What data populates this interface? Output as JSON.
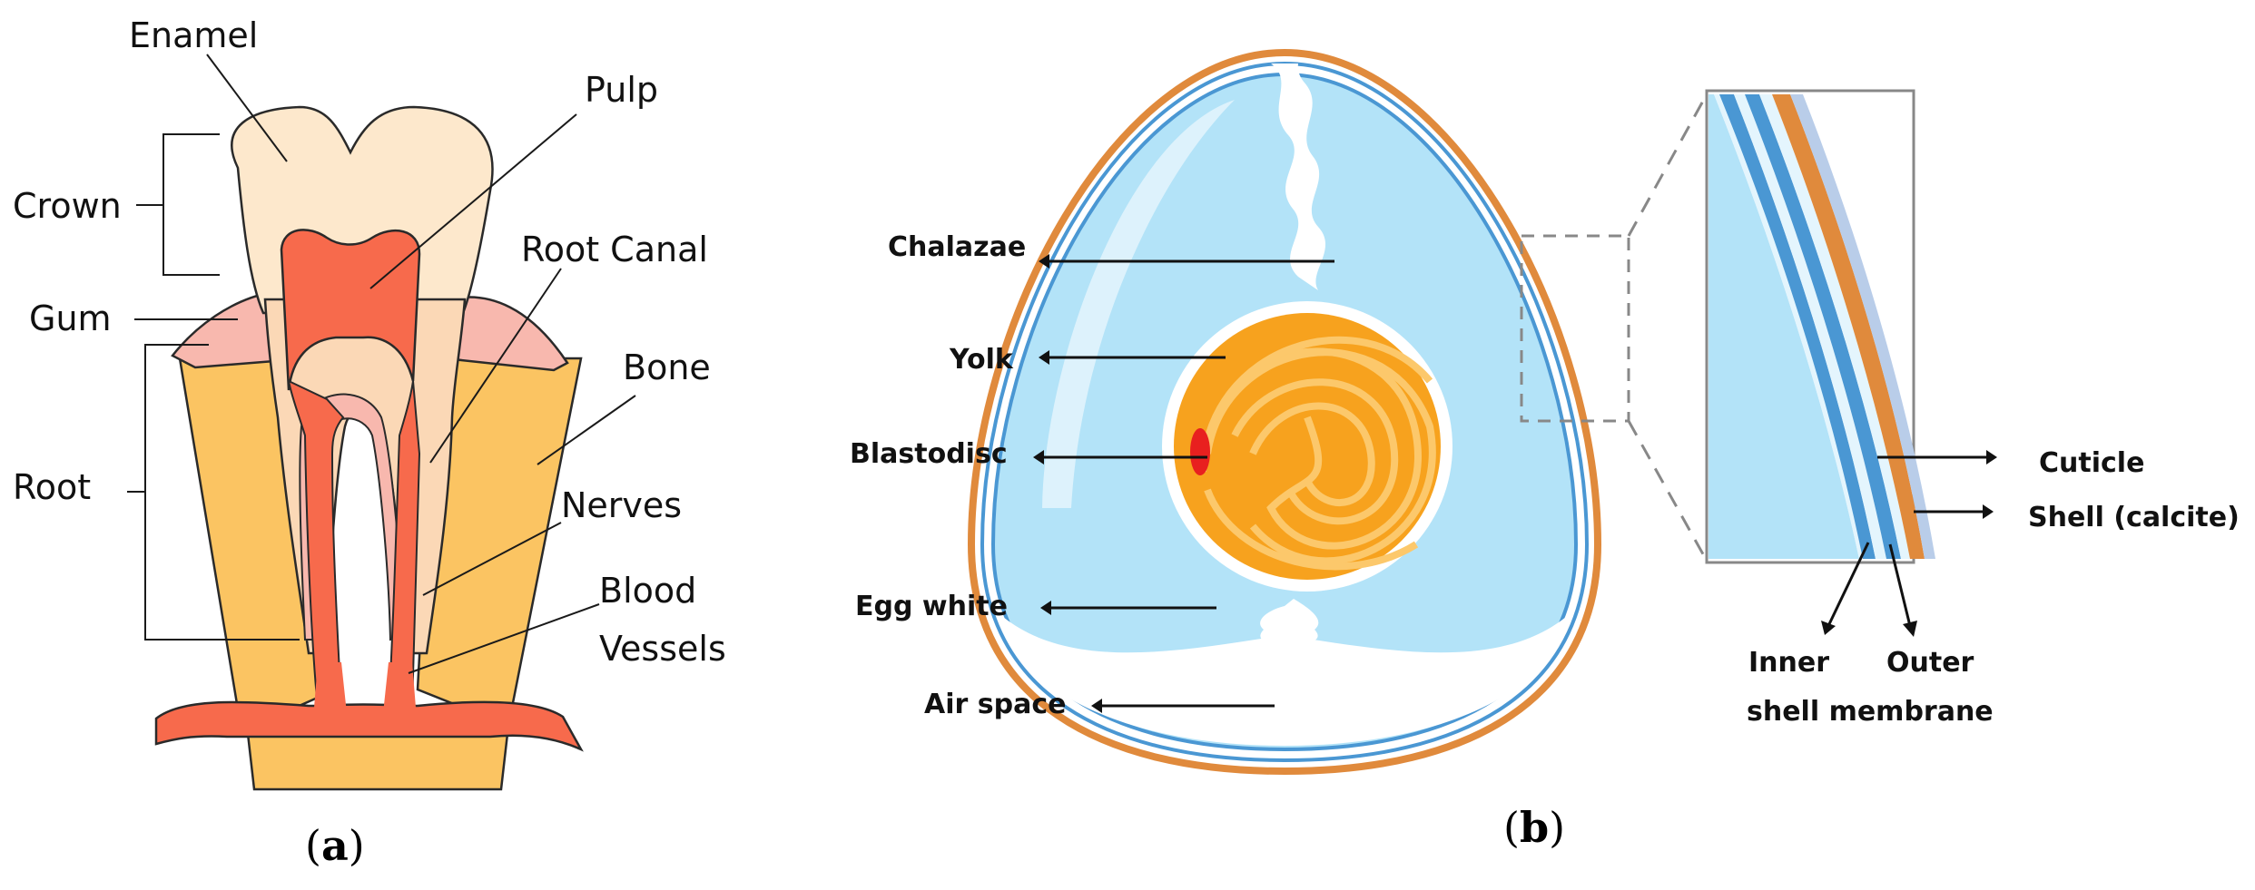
{
  "panel_a": {
    "caption": "a",
    "labels": {
      "enamel": "Enamel",
      "crown": "Crown",
      "pulp": "Pulp",
      "root_canal": "Root Canal",
      "gum": "Gum",
      "bone": "Bone",
      "root": "Root",
      "nerves": "Nerves",
      "blood": "Blood",
      "vessels": "Vessels"
    },
    "colors": {
      "enamel": "#fde8cc",
      "dentin": "#fbd8b6",
      "pulp": "#f76a4c",
      "gum": "#f8b8ae",
      "bone": "#fbc462",
      "outline": "#2a2a2a"
    }
  },
  "panel_b": {
    "caption": "b",
    "labels": {
      "chalazae": "Chalazae",
      "yolk": "Yolk",
      "blastodisc": "Blastodisc",
      "egg_white": "Egg white",
      "air_space": "Air space",
      "cuticle": "Cuticle",
      "shell": "Shell (calcite)",
      "inner": "Inner",
      "outer": "Outer",
      "shell_membrane": "shell membrane"
    },
    "colors": {
      "shell": "#e08a3c",
      "membrane": "#4a97d3",
      "albumen": "#b3e3f8",
      "yolk": "#f7a21e",
      "yolk_light": "#fcc86b",
      "blastodisc": "#e8201f",
      "cuticle": "#b9cde9"
    }
  }
}
